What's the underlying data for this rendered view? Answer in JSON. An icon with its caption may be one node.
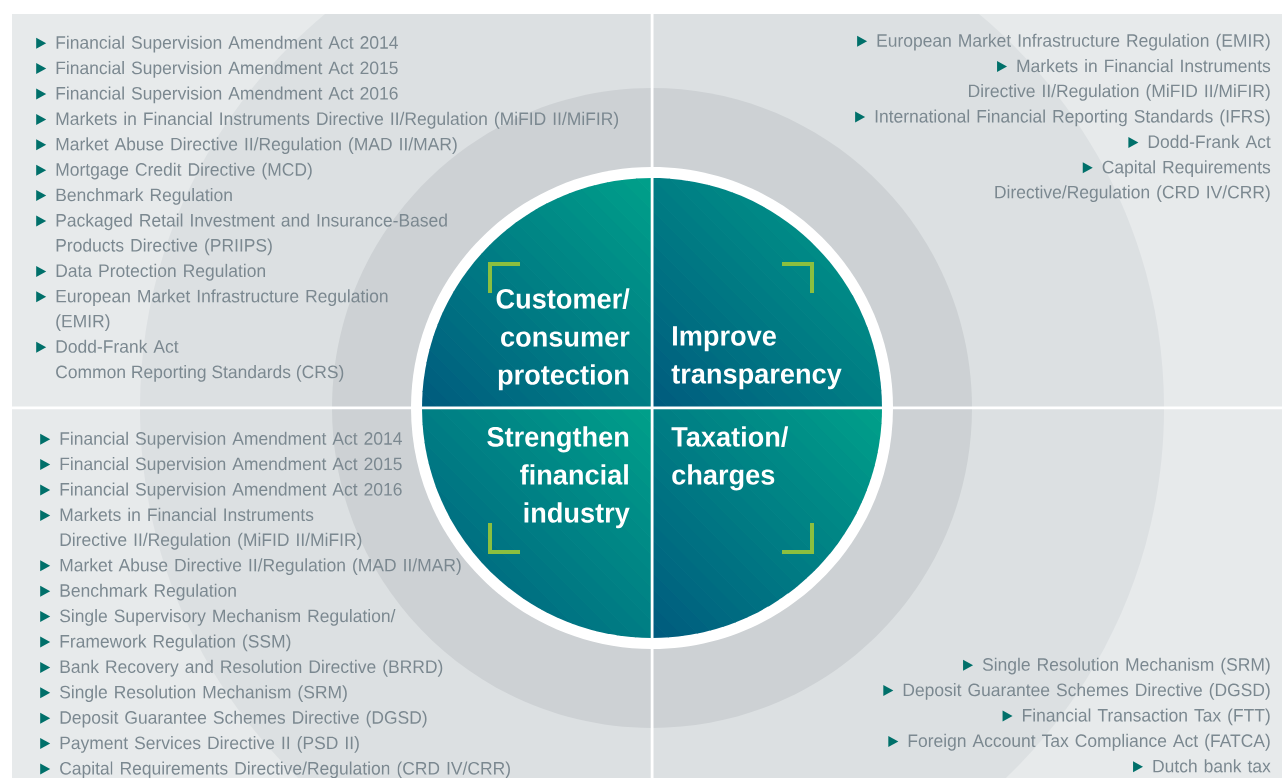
{
  "diagram": {
    "nodes": [
      {
        "text": [
          "Customer/ consumer protection"
        ],
        "beside": [
          "Financial Supervision Amendment Act 2014",
          "Financial Supervision Amendment Act 2015",
          "Financial Supervision Amendment Act 2016",
          "Markets in Financial Instruments Directive II/Regulation (MiFID II/MiFIR)",
          "Market Abuse Directive II/Regulation (MAD II/MAR)",
          "Mortgage Credit Directive (MCD)",
          "Benchmark Regulation",
          "Packaged Retail Investment and Insurance-Based Products Directive (PRIIPS)",
          "Data Protection Regulation",
          "European Market Infrastructure Regulation (EMIR)",
          "Dodd-Frank Act"
        ]
      },
      {
        "text": [
          "Improve transparency"
        ],
        "beside": [
          "European Market Infrastructure Regulation (EMIR)",
          "Markets in Financial Instruments Directive II/Regulation (MiFID II/MiFIR)",
          "International Financial Reporting Standards (IFRS)",
          "Dodd-Frank Act",
          "Capital Requirements Directive/Regulation (CRD IV/CRR)"
        ]
      },
      {
        "text": [
          "Strengthen financial industry"
        ],
        "beside": [
          "Financial Supervision Amendment Act 2014",
          "Financial Supervision Amendment Act 2015",
          "Financial Supervision Amendment Act 2016",
          "Markets in Financial Instruments Directive II/Regulation (MiFID II/MiFIR)",
          "Market Abuse Directive II/Regulation (MAD II/MAR)",
          "Benchmark Regulation",
          "Single Supervisory Mechanism Regulation/",
          "Framework Regulation (SSM)",
          "Bank Recovery and Resolution Directive (BRRD)",
          "Single Resolution Mechanism (SRM)",
          "Deposit Guarantee Schemes Directive (DGSD)",
          "Payment Services Directive II (PSD II)",
          "Capital Requirements Directive/Regulation (CRD IV/CRR)"
        ]
      },
      {
        "text": [
          "Taxation/ charges"
        ],
        "beside": [
          "Single Resolution Mechanism (SRM)",
          "Deposit Guarantee Schemes Directive (DGSD)",
          "Financial Transaction Tax (FTT)",
          "Foreign Account Tax Compliance Act (FATCA)",
          "Dutch bank tax"
        ]
      }
    ],
    "labels": [
      "Common Reporting Standards (CRS)"
    ]
  }
}
